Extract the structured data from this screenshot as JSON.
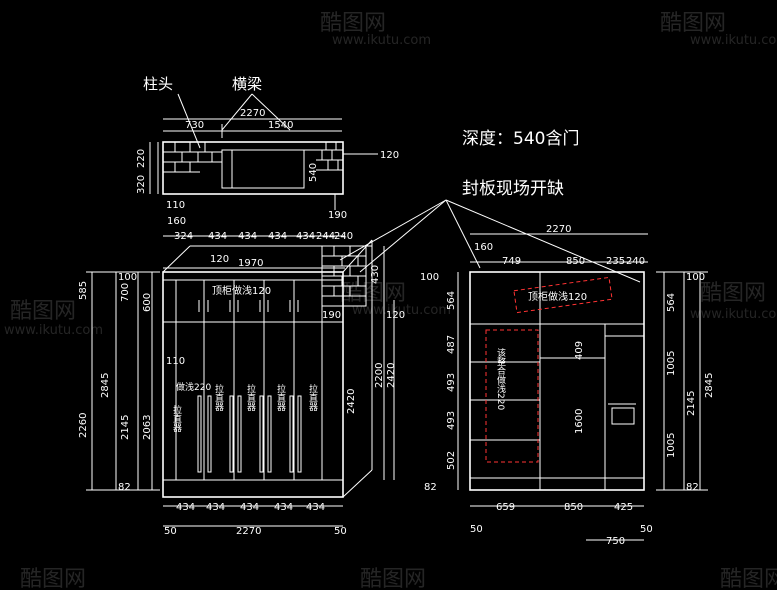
{
  "labels": {
    "pillar_head": "柱头",
    "beam": "横梁",
    "depth_note": "深度：540含门",
    "seal_note": "封板现场开缺",
    "top_shallow_left": "顶柜做浅120",
    "top_shallow_right": "顶柜做浅120",
    "shallow_220": "做浅220",
    "drawer_pull": "拉直器",
    "concrete_shallow": "该整合做浅220"
  },
  "watermark": {
    "logo": "酷图网",
    "url": "www.ikutu.com"
  },
  "plan_dims": {
    "total": "2270",
    "left": "730",
    "right": "1540",
    "side_h": "320",
    "side_h2": "220",
    "inner": "540",
    "right_gap": "120",
    "bottom_left": "110",
    "bottom_right": "190"
  },
  "front_dims": {
    "top_segments": [
      "324",
      "434",
      "434",
      "434",
      "434",
      "244",
      "240"
    ],
    "left_offset": "160",
    "inner_width": "1970",
    "top_120": "120",
    "right_430": "430",
    "right_120": "120",
    "right_190": "190",
    "bottom_segments": [
      "434",
      "434",
      "434",
      "434",
      "434"
    ],
    "bottom_total": "2270",
    "bottom_left": "50",
    "bottom_right": "50",
    "left_vertical": [
      "100",
      "585",
      "700",
      "600",
      "2845",
      "2260",
      "2145",
      "2063",
      "82"
    ],
    "right_vertical": [
      "2420",
      "2200",
      "2420"
    ],
    "left_110": "110"
  },
  "section_dims": {
    "total": "2270",
    "left_offset": "160",
    "top_segments": [
      "749",
      "850",
      "235",
      "240"
    ],
    "top_values": [
      "100",
      "564",
      "487",
      "493",
      "493",
      "502",
      "82"
    ],
    "inner_409": "409",
    "inner_1600": "1600",
    "right_vertical": [
      "100",
      "564",
      "1005",
      "2145",
      "2845",
      "1005",
      "82"
    ],
    "bottom_segments": [
      "659",
      "850",
      "425"
    ],
    "bottom_left": "50",
    "bottom_right": "50",
    "bottom_750": "750"
  }
}
